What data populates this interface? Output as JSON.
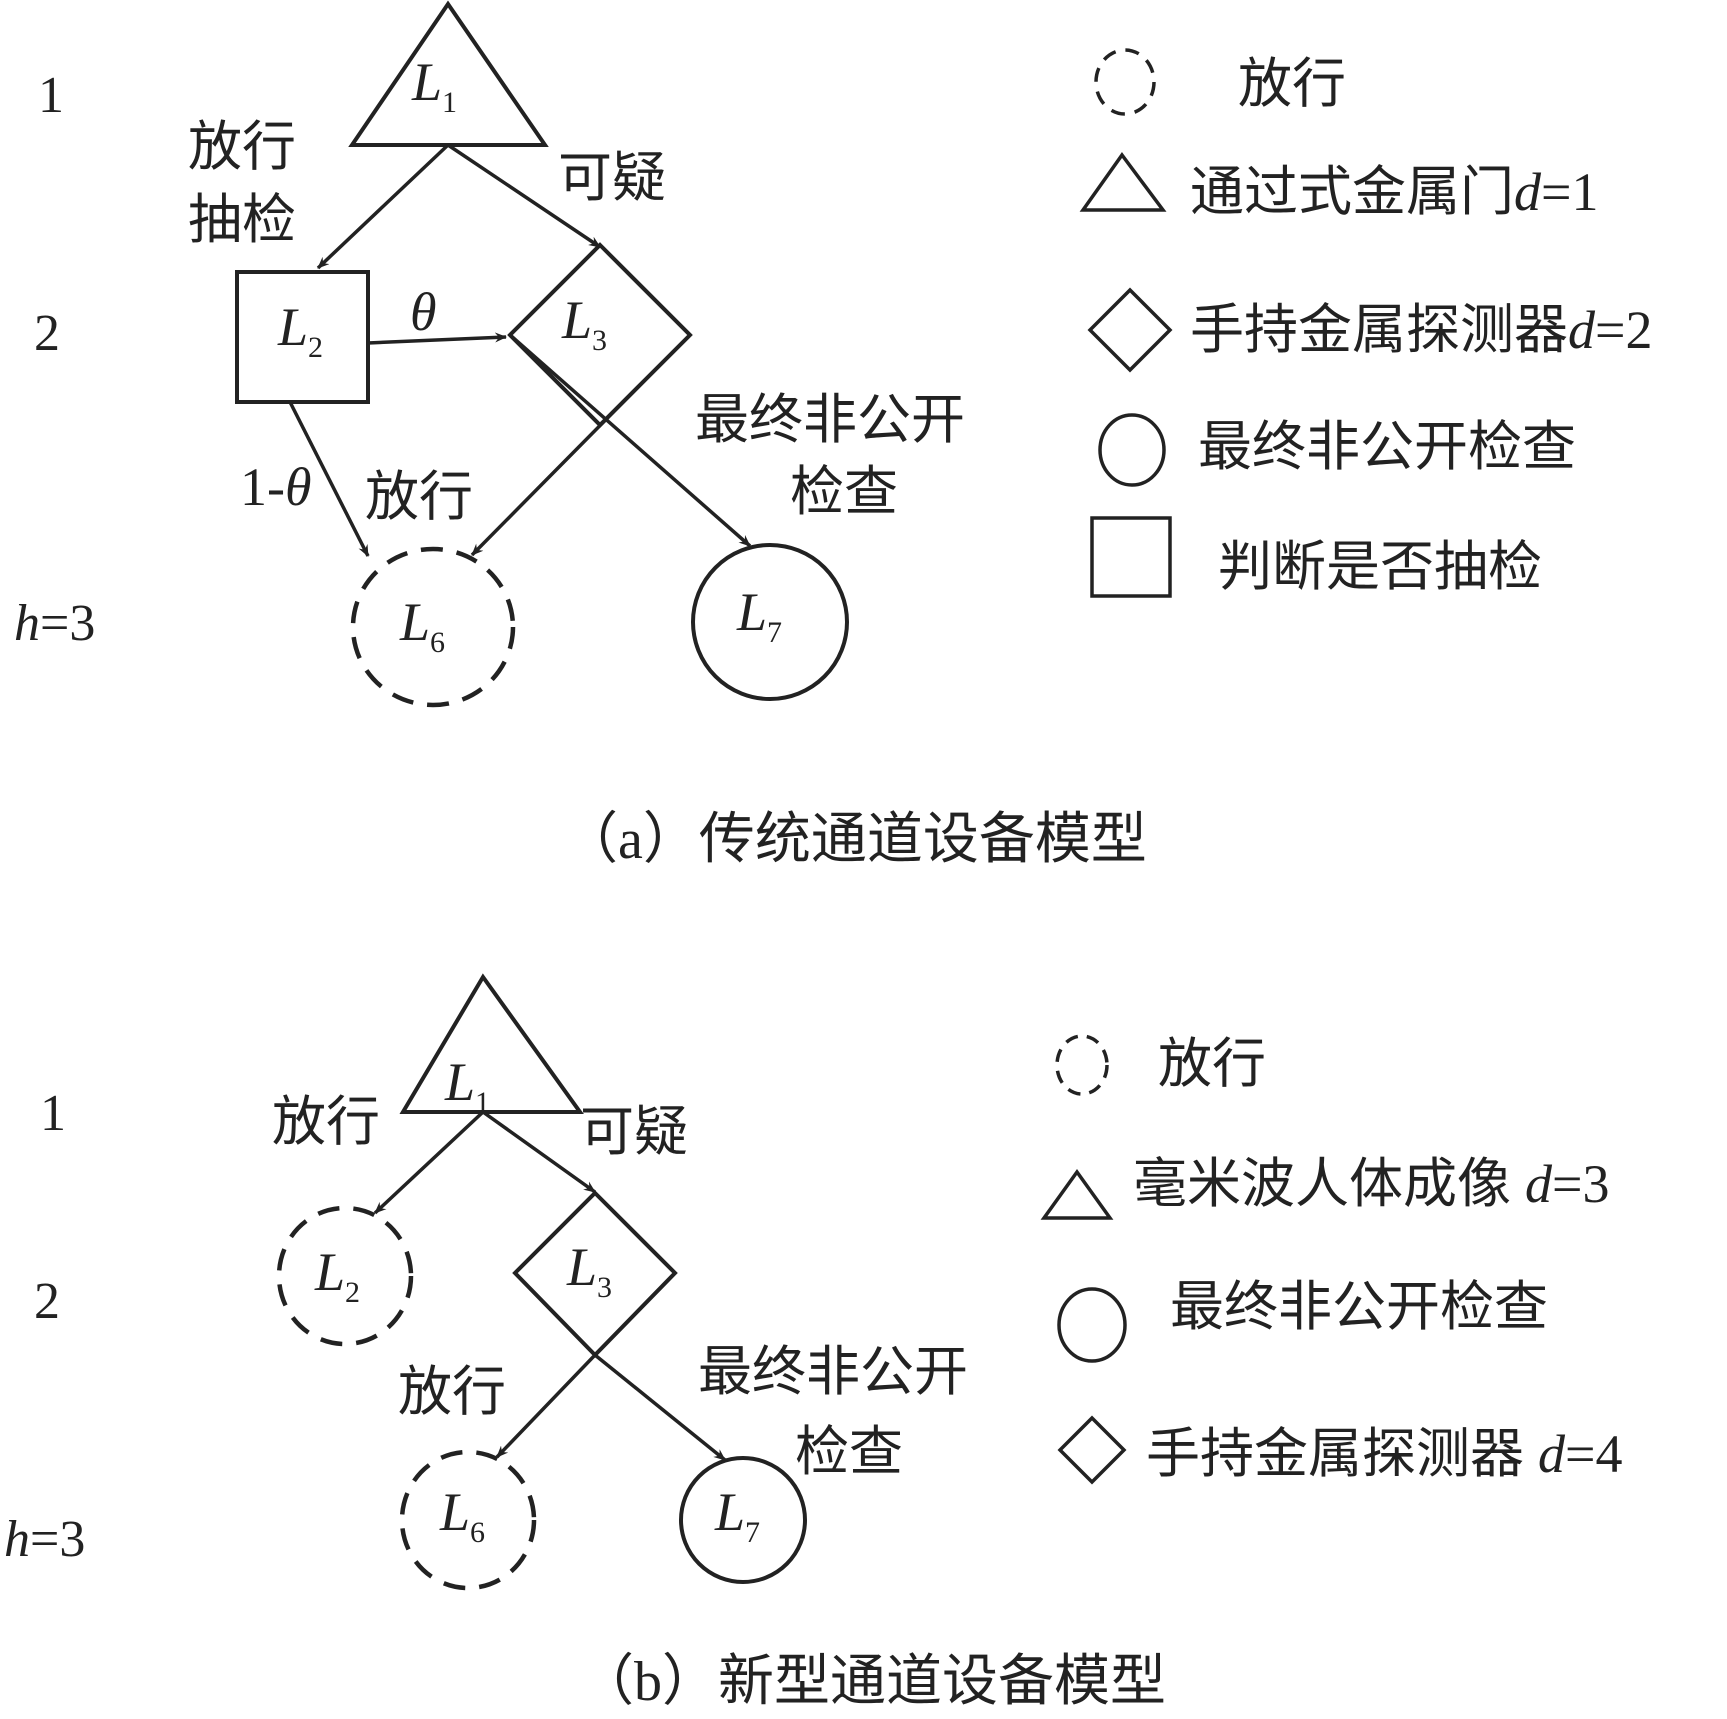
{
  "panel_a": {
    "levels": [
      "1",
      "2",
      "3"
    ],
    "h_prefix": "h",
    "nodes": {
      "L1": {
        "letter": "L",
        "sub": "1"
      },
      "L2": {
        "letter": "L",
        "sub": "2"
      },
      "L3": {
        "letter": "L",
        "sub": "3"
      },
      "L6": {
        "letter": "L",
        "sub": "6"
      },
      "L7": {
        "letter": "L",
        "sub": "7"
      }
    },
    "edge_labels": {
      "pass_sample_1": "放行",
      "pass_sample_2": "抽检",
      "suspect": "可疑",
      "theta": "θ",
      "one_minus_prefix": "1-",
      "one_minus_theta": "θ",
      "pass": "放行",
      "final_1": "最终非公开",
      "final_2": "检查"
    },
    "legend": {
      "pass": "放行",
      "triangle_text": "通过式金属门",
      "triangle_d": "1",
      "diamond_text": "手持金属探测器",
      "diamond_d": "2",
      "circle_text": "最终非公开检查",
      "square_text": "判断是否抽检"
    },
    "caption": "（a）传统通道设备模型"
  },
  "panel_b": {
    "levels": [
      "1",
      "2",
      "3"
    ],
    "h_prefix": "h",
    "nodes": {
      "L1": {
        "letter": "L",
        "sub": "1"
      },
      "L2": {
        "letter": "L",
        "sub": "2"
      },
      "L3": {
        "letter": "L",
        "sub": "3"
      },
      "L6": {
        "letter": "L",
        "sub": "6"
      },
      "L7": {
        "letter": "L",
        "sub": "7"
      }
    },
    "edge_labels": {
      "pass_top": "放行",
      "suspect": "可疑",
      "pass": "放行",
      "final_1": "最终非公开",
      "final_2": "检查"
    },
    "legend": {
      "pass": "放行",
      "triangle_text": "毫米波人体成像",
      "triangle_d": "3",
      "circle_text": "最终非公开检查",
      "diamond_text": "手持金属探测器",
      "diamond_d": "4"
    },
    "caption": "（b）新型通道设备模型"
  },
  "d_symbol": "d",
  "eq": "="
}
